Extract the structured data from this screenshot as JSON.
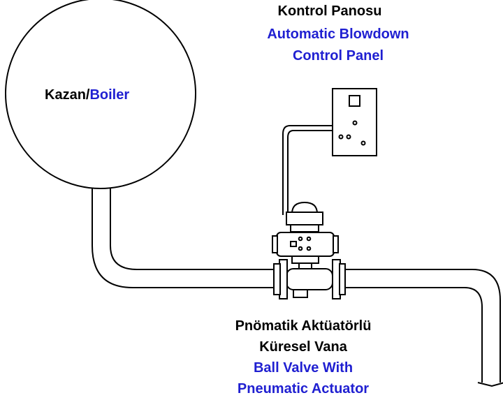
{
  "colors": {
    "line": "#000000",
    "label_black": "#000000",
    "label_blue": "#1f1fd1"
  },
  "boiler": {
    "label_tr": "Kazan/",
    "label_en": "Boiler"
  },
  "control_panel": {
    "title_tr": "Kontrol Panosu",
    "title_en_line1": "Automatic Blowdown",
    "title_en_line2": "Control Panel"
  },
  "valve": {
    "label_tr_line1": "Pnömatik Aktüatörlü",
    "label_tr_line2": "Küresel Vana",
    "label_en_line1": "Ball Valve With",
    "label_en_line2": "Pneumatic Actuator"
  }
}
